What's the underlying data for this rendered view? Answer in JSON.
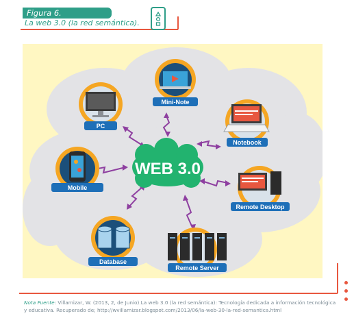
{
  "figure": {
    "label": "Figura 6.",
    "title": "La web 3.0 (la red semántica)."
  },
  "diagram": {
    "center_label": "WEB 3.0",
    "nodes": {
      "mini_note": "Mini-Note",
      "pc": "PC",
      "notebook": "Notebook",
      "mobile": "Mobile",
      "remote_desktop": "Remote Desktop",
      "database": "Database",
      "remote_server": "Remote Server"
    },
    "colors": {
      "background": "#fff7c2",
      "cloud": "#e3e3e6",
      "center": "#22b36f",
      "node_ring": "#f5a623",
      "label_badge": "#1e6fb8",
      "arrow": "#8e3fa0"
    }
  },
  "note": {
    "prefix": "Nota Fuente",
    "text": ": Villamizar, W. (2013, 2, de Junio).La web 3.0 (la red semántica): Tecnología dedicada a información tecnológica y educativa. Recuperado de; http://wvillamizar.blogspot.com/2013/06/la-web-30-la-red-semantica.html"
  }
}
